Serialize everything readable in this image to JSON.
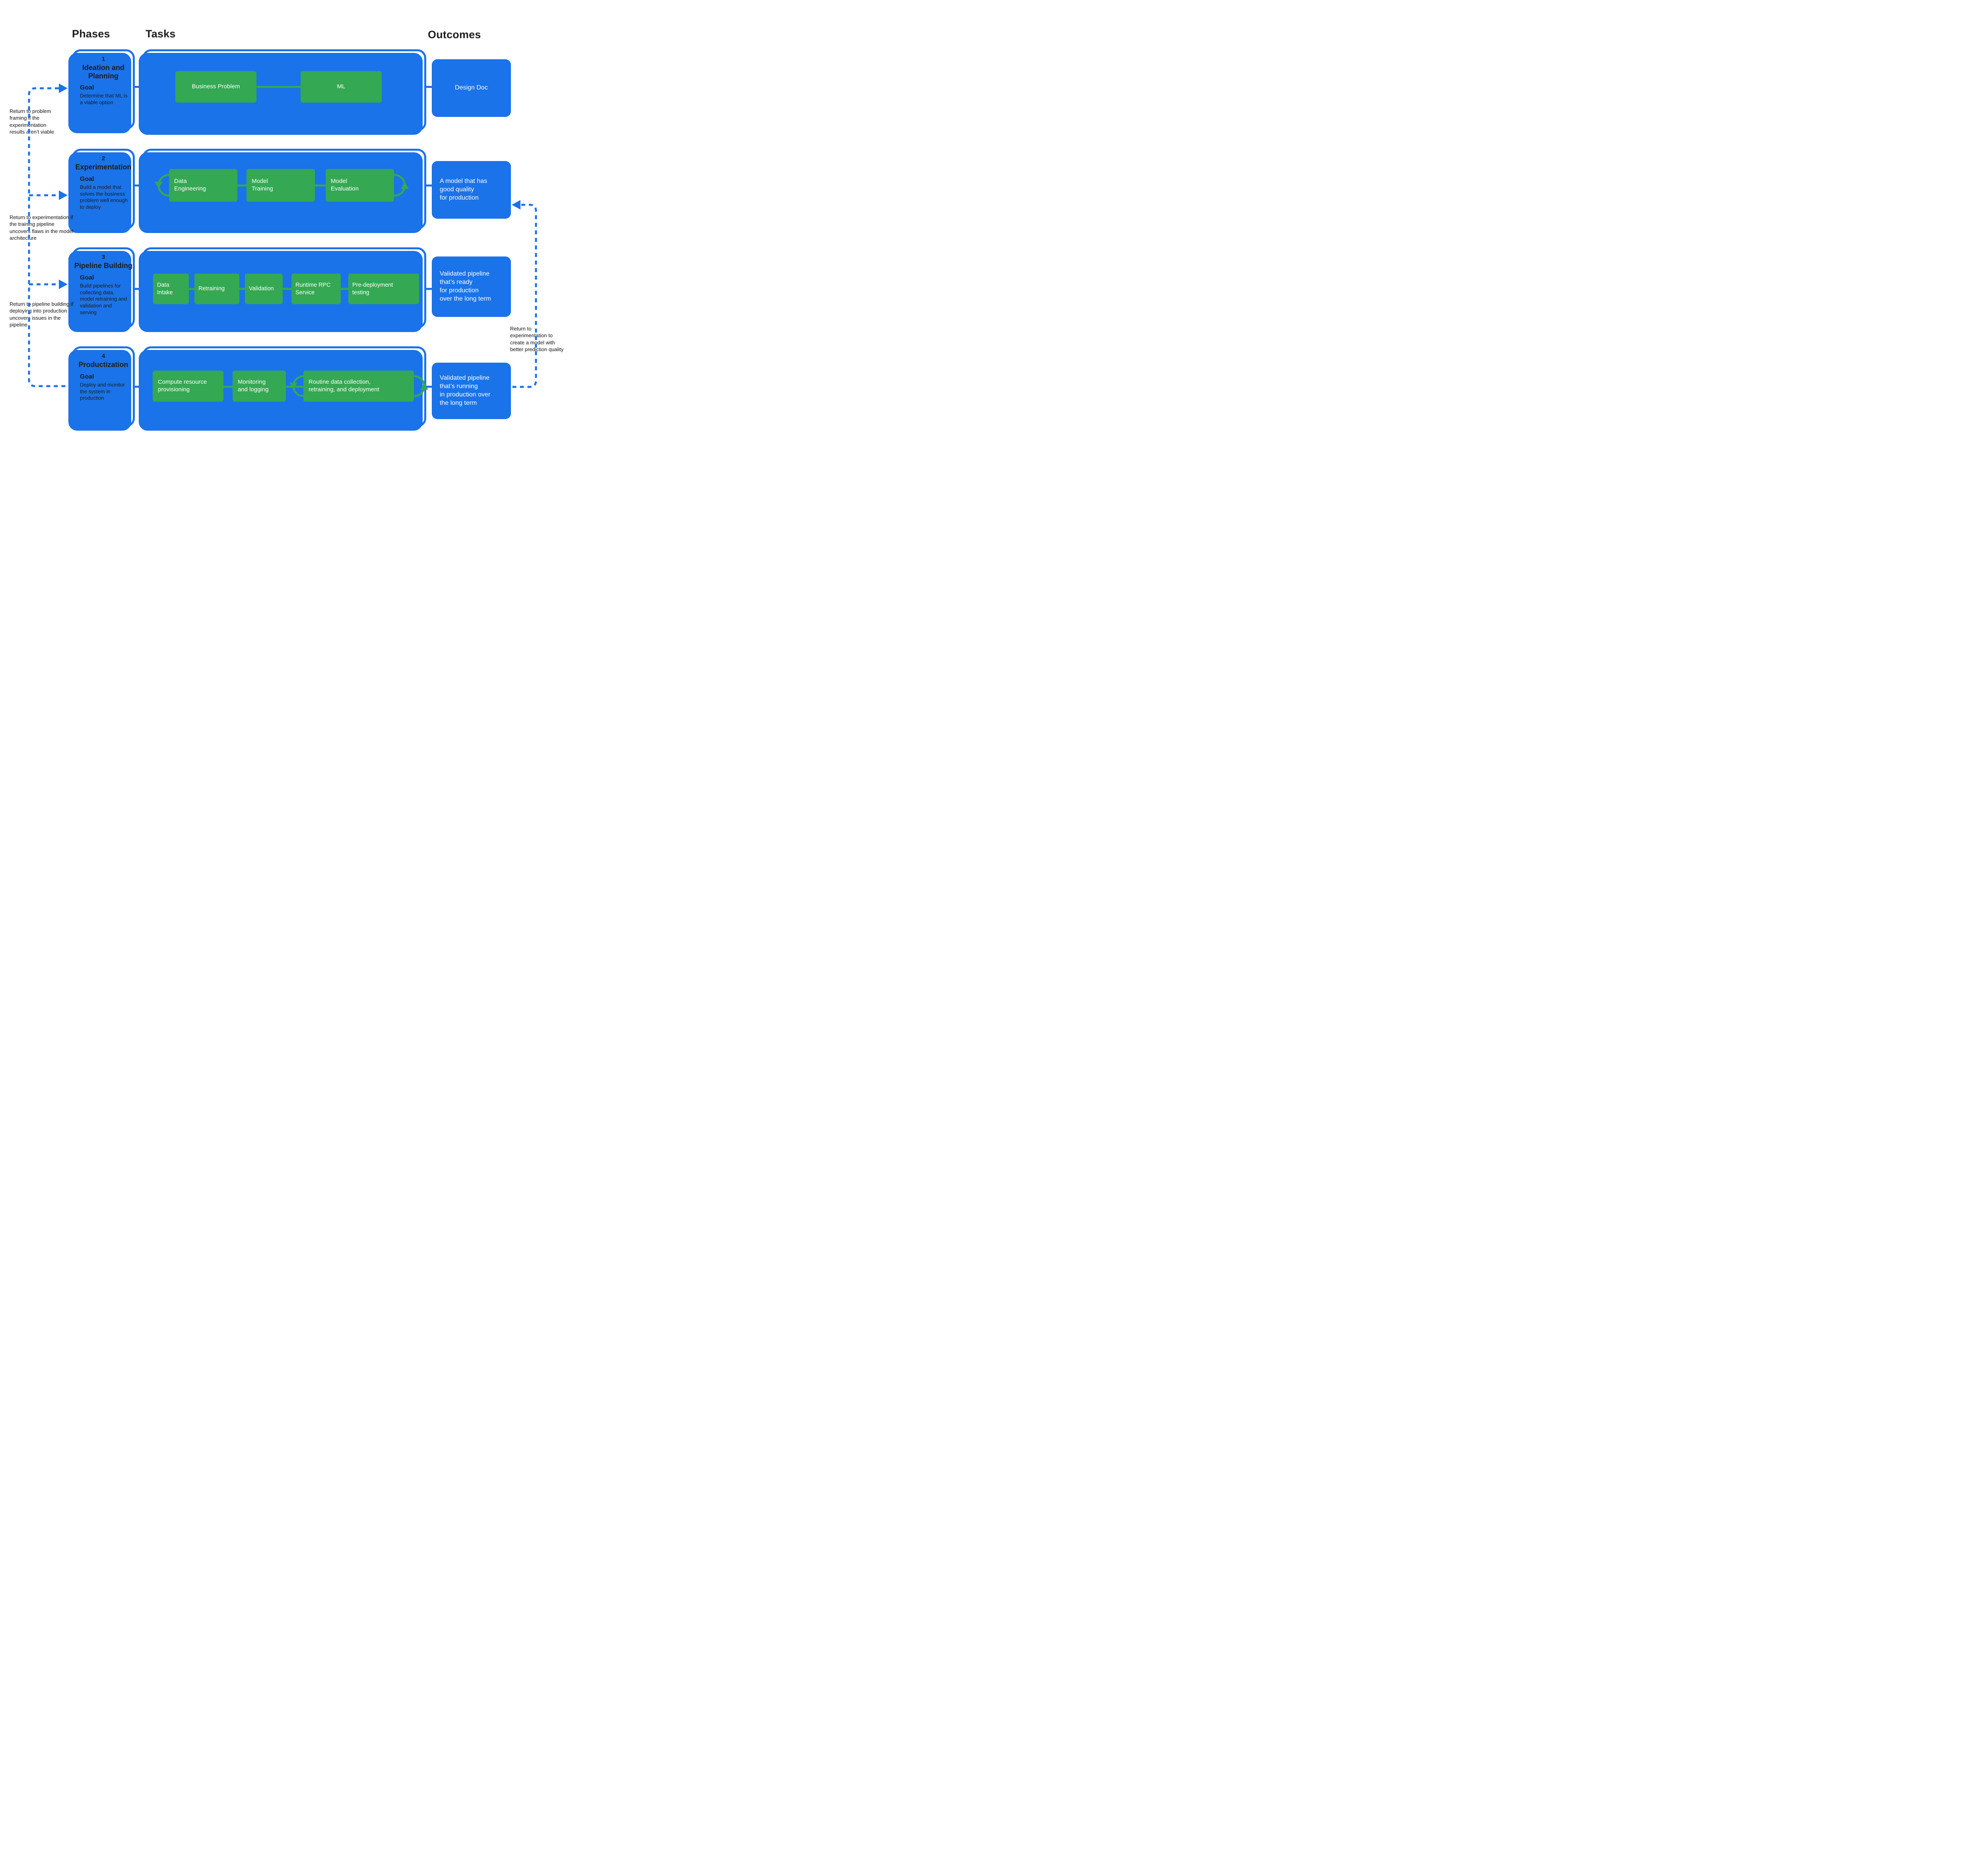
{
  "header": {
    "phases": "Phases",
    "tasks": "Tasks",
    "outcomes": "Outcomes"
  },
  "colors": {
    "blue": "#1A73E8",
    "green": "#34A853"
  },
  "phases": [
    {
      "number": "1",
      "title": "Ideation and Planning",
      "goal_label": "Goal",
      "goal": "Determine that ML is a viable option",
      "tasks": [
        "Business Problem",
        "ML"
      ],
      "outcome": "Design Doc"
    },
    {
      "number": "2",
      "title": "Experimentation",
      "goal_label": "Goal",
      "goal": "Build a model that solves the business problem well enough to deploy",
      "tasks": [
        "Data\nEngineering",
        "Model\nTraining",
        "Model\nEvaluation"
      ],
      "outcome": "A model that has\ngood quality\nfor production"
    },
    {
      "number": "3",
      "title": "Pipeline Building",
      "goal_label": "Goal",
      "goal": "Build pipelines for collecting data, model retraining and validation and serving",
      "tasks": [
        "Data\nIntake",
        "Retraining",
        "Validation",
        "Runtime RPC\nService",
        "Pre-deployment\ntesting"
      ],
      "outcome": "Validated pipeline\nthat’s ready\nfor production\nover the long term"
    },
    {
      "number": "4",
      "title": "Productization",
      "goal_label": "Goal",
      "goal": "Deploy and monitor the system in production",
      "tasks": [
        "Compute resource\nprovisioning",
        "Monitoring\nand logging",
        "Routine data collection,\nretraining, and deployment"
      ],
      "outcome": "Validated pipeline\nthat’s running\nin production over\nthe long term"
    }
  ],
  "annotations": {
    "left": [
      "Return to problem framing if the experimentation results aren’t viable",
      "Return to experimentation if the training pipeline uncovers flaws in the model architecture",
      "Return to pipeline building if deploying into production uncovers issues in the pipeline"
    ],
    "right": "Return to experimentation to create a model with better prediction quality"
  }
}
